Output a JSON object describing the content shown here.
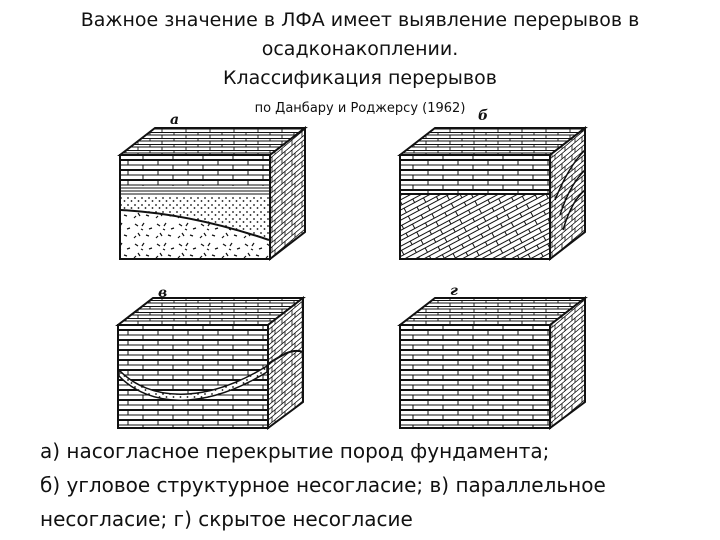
{
  "title": {
    "line1": "Важное значение в ЛФА имеет выявление перерывов в",
    "line2": "осадконакоплении.",
    "line3": "Классификация перерывов"
  },
  "subtitle": "по Данбару и Роджерсу (1962)",
  "panels": [
    {
      "label": "а",
      "kind": "nonconformity"
    },
    {
      "label": "б",
      "kind": "angular-unconformity"
    },
    {
      "label": "в",
      "kind": "disconformity"
    },
    {
      "label": "г",
      "kind": "paraconformity"
    }
  ],
  "caption": {
    "line1": "а) насогласное перекрытие пород фундамента;",
    "line2": "б) угловое структурное несогласие; в) параллельное",
    "line3": "несогласие; г) скрытое несогласие"
  }
}
